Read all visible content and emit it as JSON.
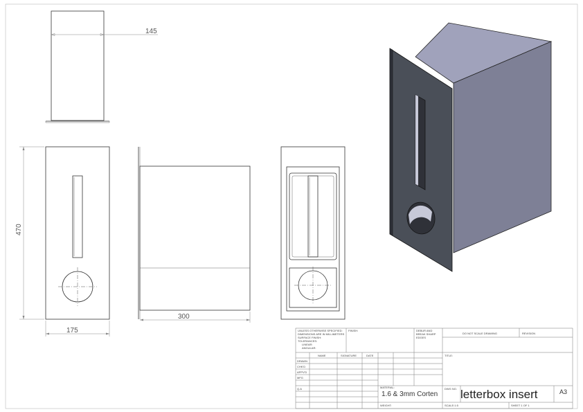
{
  "dimensions": {
    "top_width": "145",
    "front_height": "470",
    "front_width": "175",
    "side_depth": "300"
  },
  "title_block": {
    "notes": [
      "UNLESS OTHERWISE SPECIFIED:",
      "DIMENSIONS ARE IN MILLIMETERS",
      "SURFACE FINISH:",
      "TOLERANCES:",
      "LINEAR:",
      "ANGULAR:"
    ],
    "finish_label": "FINISH:",
    "deburr_label": [
      "DEBUR AND",
      "BREAK SHARP",
      "EDGES"
    ],
    "do_not_scale": "DO NOT SCALE DRAWING",
    "revision_label": "REVISION",
    "col_headers": [
      "NAME",
      "SIGNATURE",
      "DATE"
    ],
    "row_labels": [
      "DRAWN",
      "CHK'D",
      "APPV'D",
      "MFG",
      "Q.A"
    ],
    "title_label": "TITLE:",
    "material_label": "MATERIAL:",
    "material": "1.6 & 3mm Corten",
    "dwg_no_label": "DWG NO.",
    "drawing_title": "letterbox insert",
    "sheet_size": "A3",
    "weight_label": "WEIGHT:",
    "scale_label": "SCALE:1:5",
    "sheet_label": "SHEET 1 OF 1"
  },
  "colors": {
    "faceplate": "#4a4f58",
    "box_top": "#a0a2bb",
    "box_side": "#7e8096",
    "slot_inner": "#c7c9d8"
  }
}
